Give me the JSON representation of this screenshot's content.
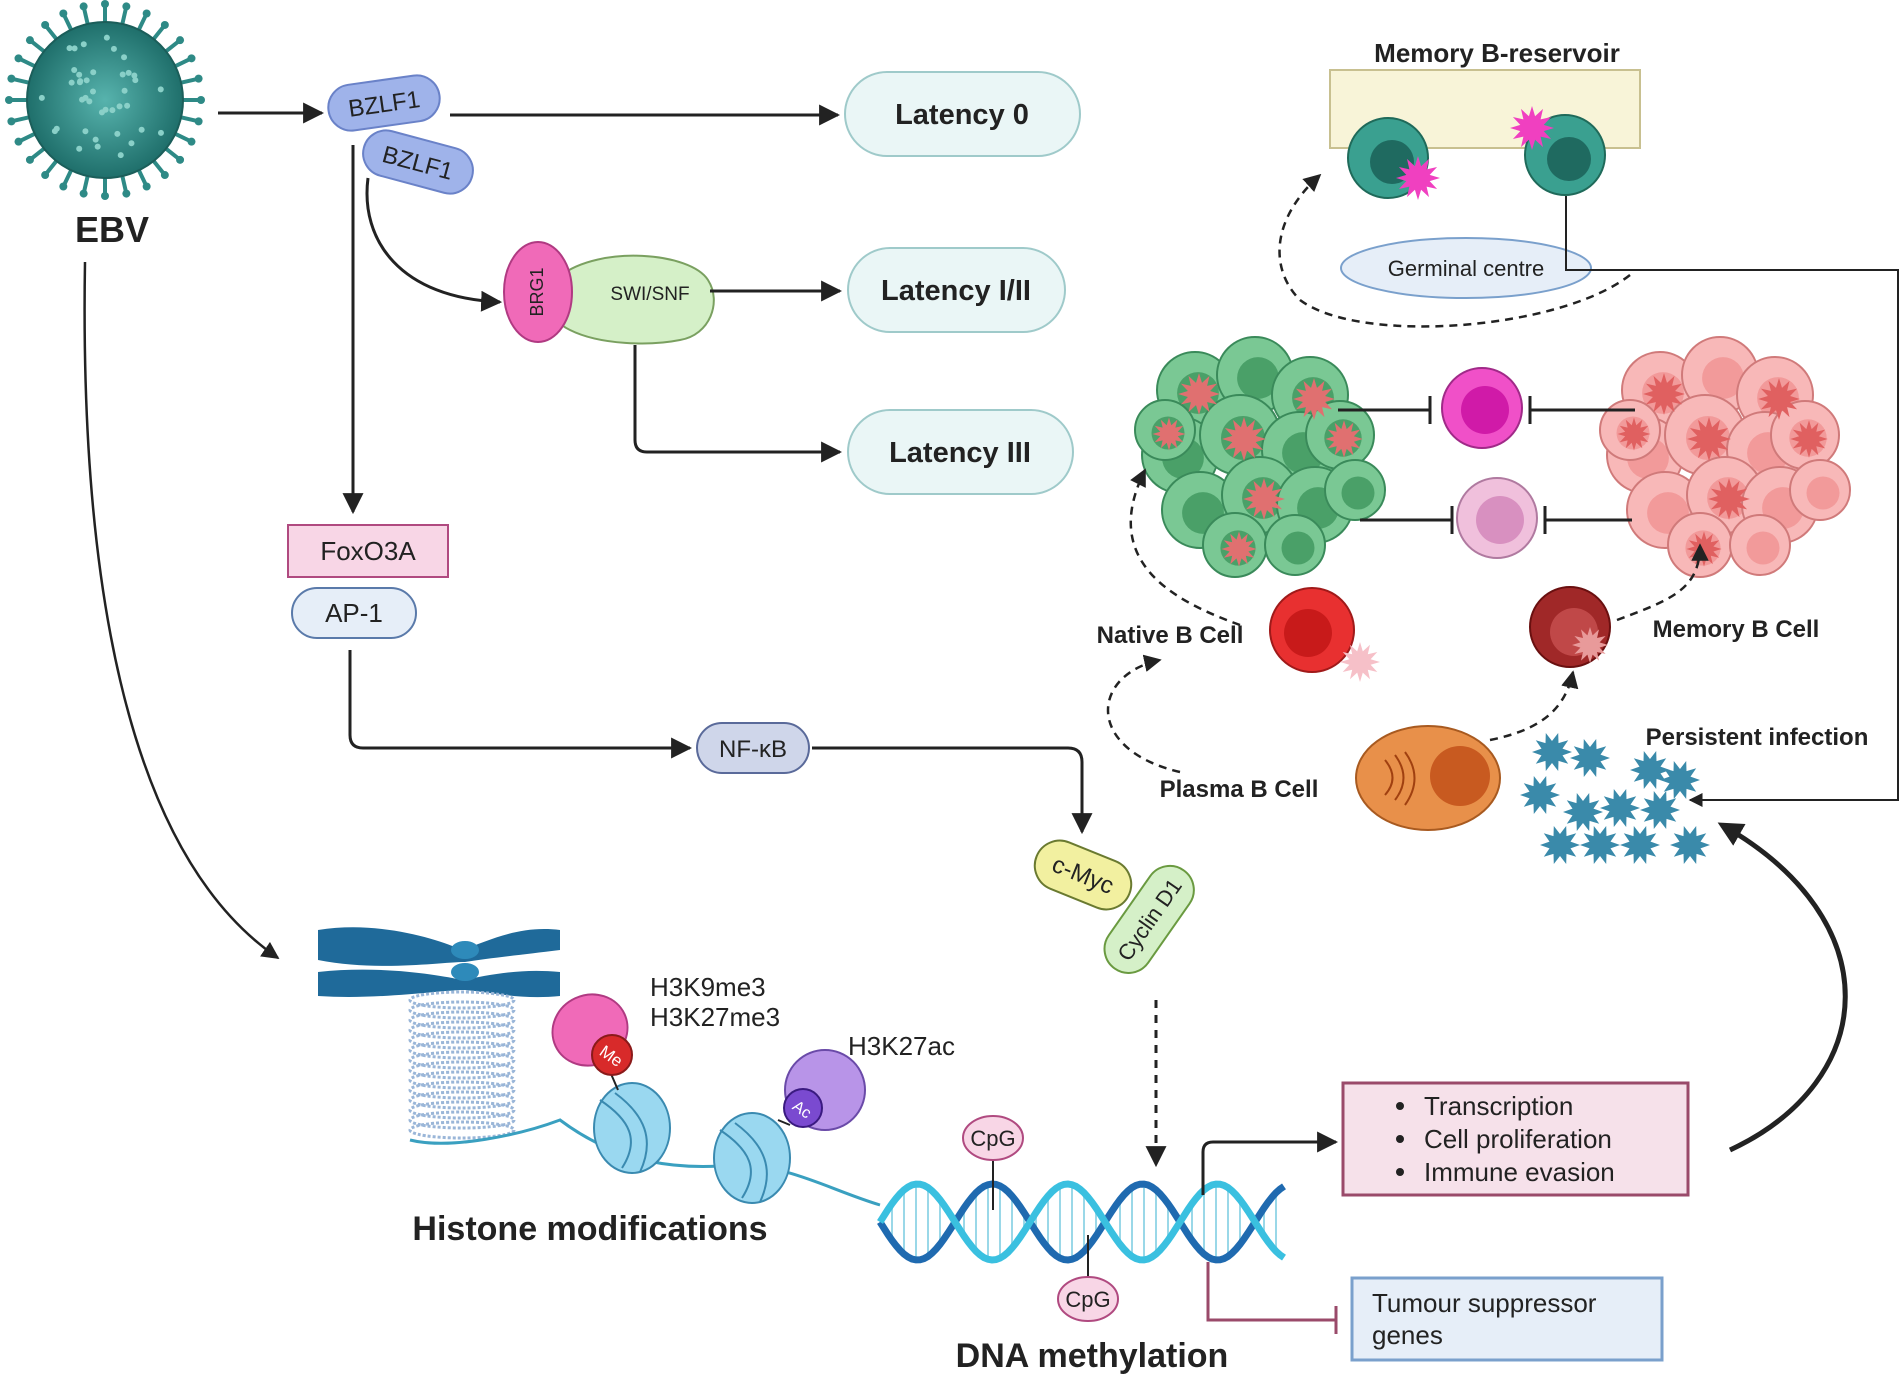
{
  "virus": {
    "label": "EBV"
  },
  "bzlf1": {
    "label_a": "BZLF1",
    "label_b": "BZLF1"
  },
  "latency": {
    "l0": "Latency 0",
    "l12": "Latency I/II",
    "l3": "Latency III"
  },
  "complex": {
    "brg1": "BRG1",
    "swisnf": "SWI/SNF"
  },
  "factors": {
    "foxo3a": "FoxO3A",
    "ap1": "AP-1",
    "nfkb": "NF-κB",
    "cmyc": "c-Myc",
    "cyclin": "Cyclin D1"
  },
  "histone": {
    "h3k9me3": "H3K9me3",
    "h3k27me3": "H3K27me3",
    "h3k27ac": "H3K27ac",
    "me": "Me",
    "ac": "Ac",
    "title": "Histone modifications"
  },
  "dna": {
    "cpg_top": "CpG",
    "cpg_bottom": "CpG",
    "title": "DNA methylation"
  },
  "outcomes": {
    "items": [
      "Transcription",
      "Cell proliferation",
      "Immune evasion"
    ]
  },
  "suppressor": {
    "line1": "Tumour suppressor",
    "line2": "genes"
  },
  "memory": {
    "title": "Memory B-reservoir",
    "germinal": "Germinal centre"
  },
  "cells": {
    "native": "Native B Cell",
    "memory": "Memory B Cell",
    "plasma": "Plasma B Cell",
    "persistent": "Persistent infection"
  },
  "colors": {
    "virus": "#2e8a86",
    "bzlf1": "#9fb3ea",
    "latency_fill": "#eaf6f6",
    "latency_stroke": "#9fcaca",
    "brg1": "#f06ab8",
    "swisnf": "#d5f0c8",
    "foxo3a": "#f8d6e6",
    "outcome_fill": "#f6e1ea",
    "outcome_stroke": "#9a4a6a",
    "suppressor_fill": "#e6eef8",
    "suppressor_stroke": "#7aa0cc"
  }
}
